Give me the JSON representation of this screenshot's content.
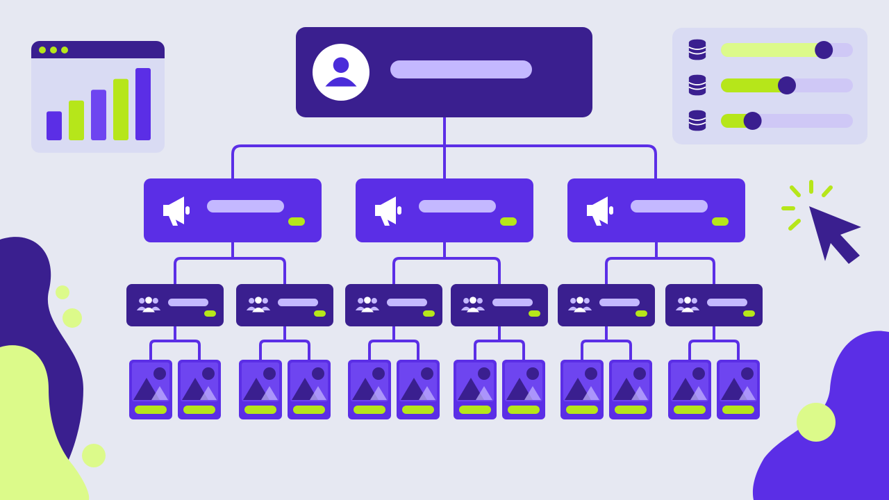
{
  "colors": {
    "background": "#e6e8f2",
    "dark_purple": "#3a1f8f",
    "purple": "#5b2ee6",
    "mid_purple": "#6e45f0",
    "light_purple": "#c4b8ff",
    "lavender_track": "#cfc8f6",
    "lime": "#b6e61a",
    "pale_lime": "#dcfa8a",
    "panel_bg": "#d9dbf3"
  },
  "icons": {
    "root": "user-avatar-icon",
    "level1": "megaphone-icon",
    "level2": "user-group-icon",
    "level3": "image-icon",
    "chart": "bar-chart-icon",
    "sliders": "database-icon",
    "cursor": "cursor-click-icon"
  },
  "hierarchy": {
    "root_count": 1,
    "campaign_count": 3,
    "ad_groups_per_campaign": 2,
    "ads_per_ad_group": 2
  },
  "analytics_panel": {
    "bars": [
      0.32,
      0.44,
      0.56,
      0.68,
      0.8
    ]
  },
  "slider_panel": {
    "levels": [
      0.78,
      0.5,
      0.24
    ]
  }
}
